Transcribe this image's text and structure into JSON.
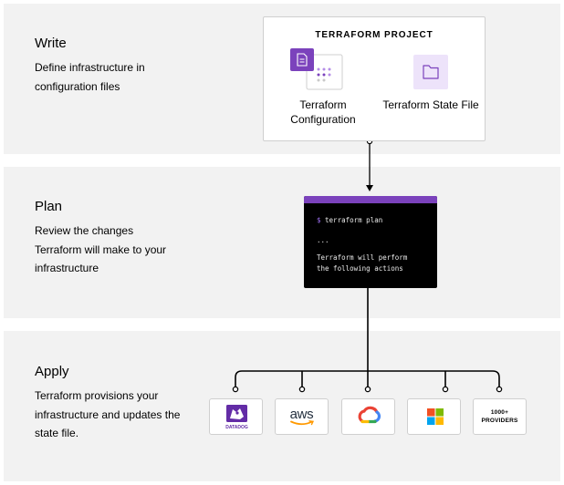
{
  "stages": [
    {
      "title": "Write",
      "description": "Define infrastructure in configuration files"
    },
    {
      "title": "Plan",
      "description": "Review the changes Terraform will make to your infrastructure"
    },
    {
      "title": "Apply",
      "description": "Terraform provisions your infrastructure and updates the state file."
    }
  ],
  "project": {
    "title": "TERRAFORM PROJECT",
    "config_label": "Terraform Configuration",
    "state_label": "Terraform State File"
  },
  "terminal": {
    "prompt": "$",
    "command": "terraform plan",
    "ellipsis": "...",
    "output_line1": "Terraform will perform",
    "output_line2": "the following actions"
  },
  "providers": {
    "datadog_label": "DATADOG",
    "aws_label": "aws",
    "more_label_line1": "1000+",
    "more_label_line2": "PROVIDERS"
  },
  "colors": {
    "accent_purple": "#7b42bc",
    "band_gray": "#f2f2f2",
    "terminal_bg": "#000000",
    "aws_orange": "#ff9900",
    "gcp_blue": "#4285f4",
    "gcp_red": "#ea4335",
    "gcp_yellow": "#fbbc05",
    "gcp_green": "#34a853",
    "ms_red": "#f25022",
    "ms_green": "#7fba00",
    "ms_blue": "#00a4ef",
    "ms_yellow": "#ffb900"
  }
}
